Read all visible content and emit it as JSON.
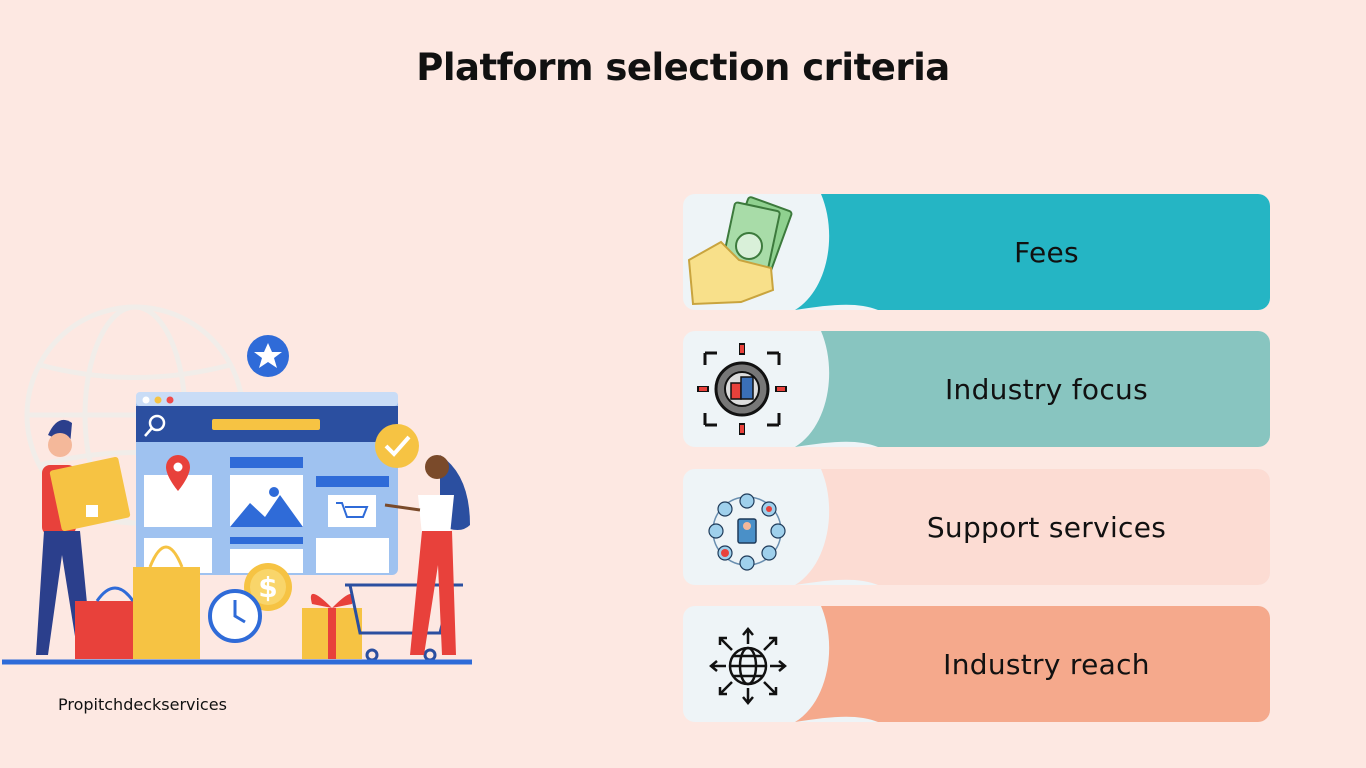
{
  "title": "Platform selection criteria",
  "brand": "Propitchdeckservices",
  "criteria": [
    {
      "label": "Fees",
      "icon": "money-hand-icon",
      "color": "#25b5c4"
    },
    {
      "label": "Industry focus",
      "icon": "industry-gear-icon",
      "color": "#88c5c0"
    },
    {
      "label": "Support services",
      "icon": "support-network-icon",
      "color": "#fcdcd3"
    },
    {
      "label": "Industry reach",
      "icon": "globe-arrows-icon",
      "color": "#f5a98c"
    }
  ],
  "colors": {
    "background": "#fde8e2",
    "icon_panel": "#eef4f7"
  }
}
